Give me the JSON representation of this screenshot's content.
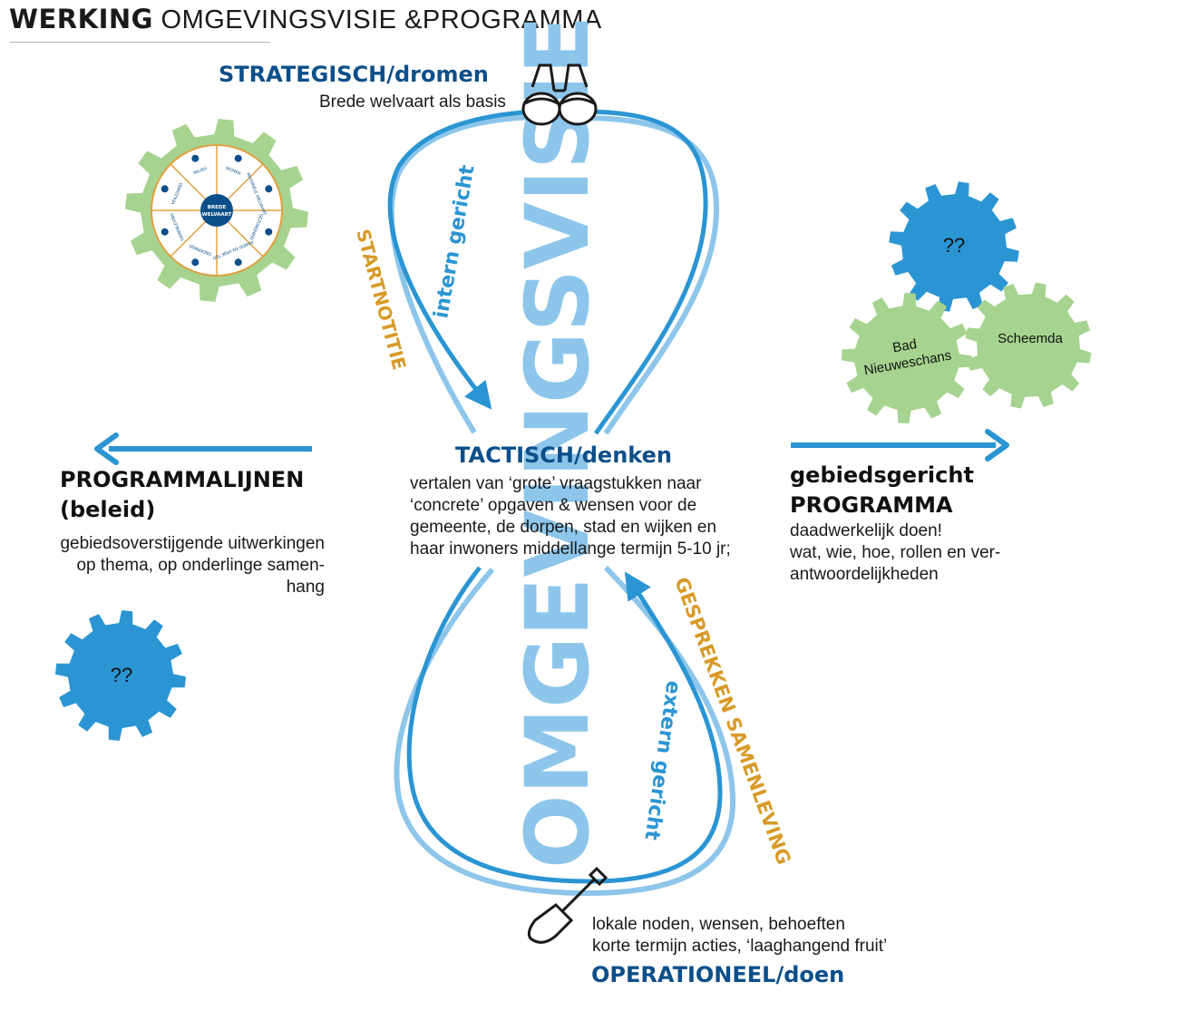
{
  "header": {
    "title_bold": "WERKING",
    "title_rest": " OMGEVINGSVISIE &PROGRAMMA"
  },
  "strategic": {
    "title": "STRATEGISCH/dromen",
    "subtitle": "Brede welvaart als basis"
  },
  "tactical": {
    "title": "TACTISCH/denken",
    "text": "vertalen van ‘grote’ vraagstukken naar ‘concrete’ opgaven & wensen voor de gemeente, de dorpen, stad en wijken en haar inwoners middellange termijn 5-10 jr;"
  },
  "operational": {
    "title": "OPERATIONEEL/doen",
    "line1": "lokale noden, wensen, behoeften",
    "line2": "korte termijn acties, ‘laaghangend fruit’"
  },
  "left_block": {
    "title_line1": "PROGRAMMALIJNEN",
    "title_line2": "(beleid)",
    "line1": "gebiedsoverstijgende uitwerkingen",
    "line2": "op thema, op onderlinge samen-",
    "line3": "hang"
  },
  "right_block": {
    "title_line1": "gebiedsgericht",
    "title_line2": "PROGRAMMA",
    "line1": "daadwerkelijk doen!",
    "line2": "wat, wie, hoe, rollen en ver-",
    "line3": "antwoordelijkheden"
  },
  "loop_labels": {
    "upper_vertical": "GSVISIE",
    "lower_vertical": "OMGEVIN",
    "intern": "intern gericht",
    "extern": "extern gericht",
    "startnotitie": "STARTNOTITIE",
    "gesprekken": "GESPREKKEN SAMENLEVING"
  },
  "gears": {
    "welvaart_center_line1": "BREDE",
    "welvaart_center_line2": "WELVAART",
    "welvaart_segments": [
      "WONEN",
      "MATERIËLE WELVAART",
      "GEZONDHEID",
      "ARBEID EN VRIJE TIJD",
      "ONDERWIJS",
      "SAMENLEVING",
      "VEILIGHEID",
      "MILIEU"
    ],
    "unknown_right": "??",
    "unknown_left": "??",
    "bad_line1": "Bad",
    "bad_line2": "Nieuweschans",
    "scheemda": "Scheemda"
  },
  "icons": {
    "binoculars": "binoculars-icon",
    "shovel": "shovel-icon"
  },
  "colors": {
    "dark_blue": "#0b4f8a",
    "mid_blue": "#2b95d3",
    "light_blue": "#8dc6ea",
    "orange": "#d89a27",
    "green_gear": "#a6d38f",
    "blue_gear": "#2b95d3"
  }
}
